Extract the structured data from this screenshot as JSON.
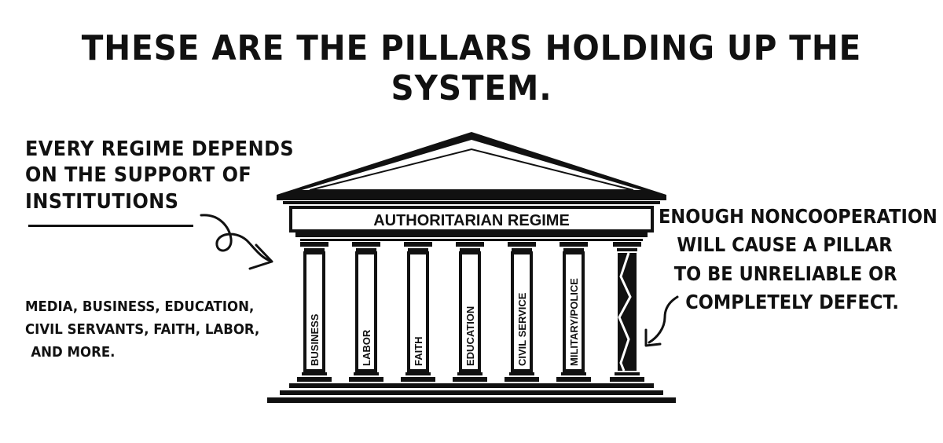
{
  "title": "THESE  ARE THE PILLARS HOLDING UP THE SYSTEM.",
  "left_note": {
    "line1": "EVERY REGIME DEPENDS",
    "line2": "ON THE SUPPORT OF",
    "line3": "INSTITUTIONS"
  },
  "list_note": {
    "line1": "MEDIA,  BUSINESS, EDUCATION,",
    "line2": "CIVIL SERVANTS, FAITH, LABOR,",
    "line3": "AND MORE."
  },
  "right_note": {
    "line1": "ENOUGH NONCOOPERATION",
    "line2": "WILL CAUSE A PILLAR",
    "line3": "TO BE UNRELIABLE OR",
    "line4": "COMPLETELY DEFECT."
  },
  "temple": {
    "regime_label": "AUTHORITARIAN REGIME",
    "pillars": [
      "BUSINESS",
      "LABOR",
      "FAITH",
      "EDUCATION",
      "CIVIL SERVICE",
      "MILITARY/POLICE"
    ]
  },
  "colors": {
    "ink": "#111111",
    "background": "#ffffff"
  }
}
